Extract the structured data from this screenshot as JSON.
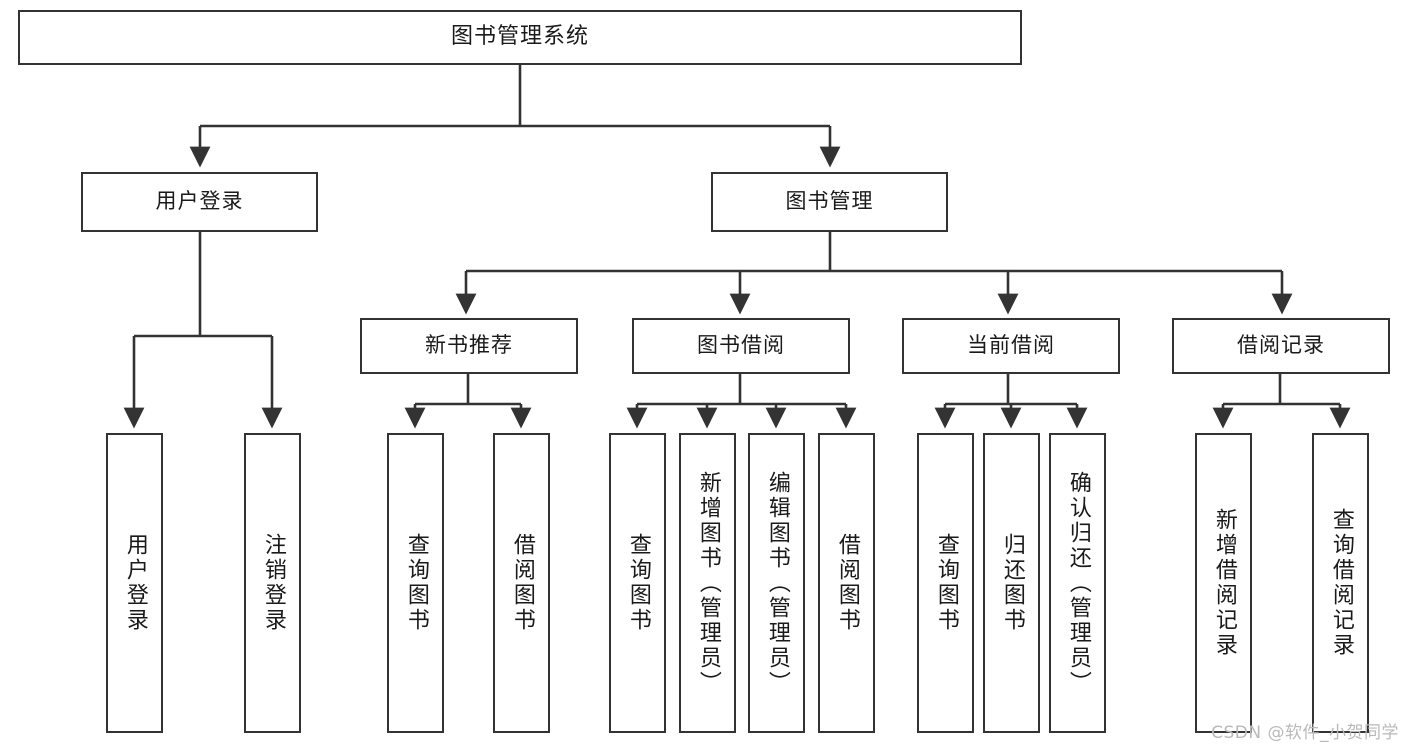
{
  "diagram": {
    "title": "图书管理系统",
    "type": "tree",
    "orientation": "top-down",
    "colors": {
      "box_border": "#333333",
      "box_fill": "#ffffff",
      "edge": "#333333",
      "text": "#1a1a1a",
      "watermark": "#b9b9b9",
      "background": "#ffffff"
    }
  },
  "watermark": {
    "text": "CSDN @软件_小贺同学"
  },
  "nodes": {
    "root": {
      "label": "图书管理系统"
    },
    "level2": [
      {
        "id": "user-login",
        "label": "用户登录"
      },
      {
        "id": "book-manage",
        "label": "图书管理"
      }
    ],
    "level3": [
      {
        "id": "new-book-rec",
        "label": "新书推荐"
      },
      {
        "id": "book-borrow",
        "label": "图书借阅"
      },
      {
        "id": "current-borrow",
        "label": "当前借阅"
      },
      {
        "id": "borrow-record",
        "label": "借阅记录"
      }
    ],
    "level4": {
      "user-login": [
        {
          "id": "leaf-user-login",
          "label": "用户登录"
        },
        {
          "id": "leaf-logout",
          "label": "注销登录"
        }
      ],
      "new-book-rec": [
        {
          "id": "leaf-query-book-1",
          "label": "查询图书"
        },
        {
          "id": "leaf-borrow-book-1",
          "label": "借阅图书"
        }
      ],
      "book-borrow": [
        {
          "id": "leaf-query-book-2",
          "label": "查询图书"
        },
        {
          "id": "leaf-add-book",
          "label": "新增图书（管理员）"
        },
        {
          "id": "leaf-edit-book",
          "label": "编辑图书（管理员）"
        },
        {
          "id": "leaf-borrow-book-2",
          "label": "借阅图书"
        }
      ],
      "current-borrow": [
        {
          "id": "leaf-query-book-3",
          "label": "查询图书"
        },
        {
          "id": "leaf-return-book",
          "label": "归还图书"
        },
        {
          "id": "leaf-confirm-return",
          "label": "确认归还（管理员）"
        }
      ],
      "borrow-record": [
        {
          "id": "leaf-add-record",
          "label": "新增借阅记录"
        },
        {
          "id": "leaf-query-record",
          "label": "查询借阅记录"
        }
      ]
    }
  }
}
